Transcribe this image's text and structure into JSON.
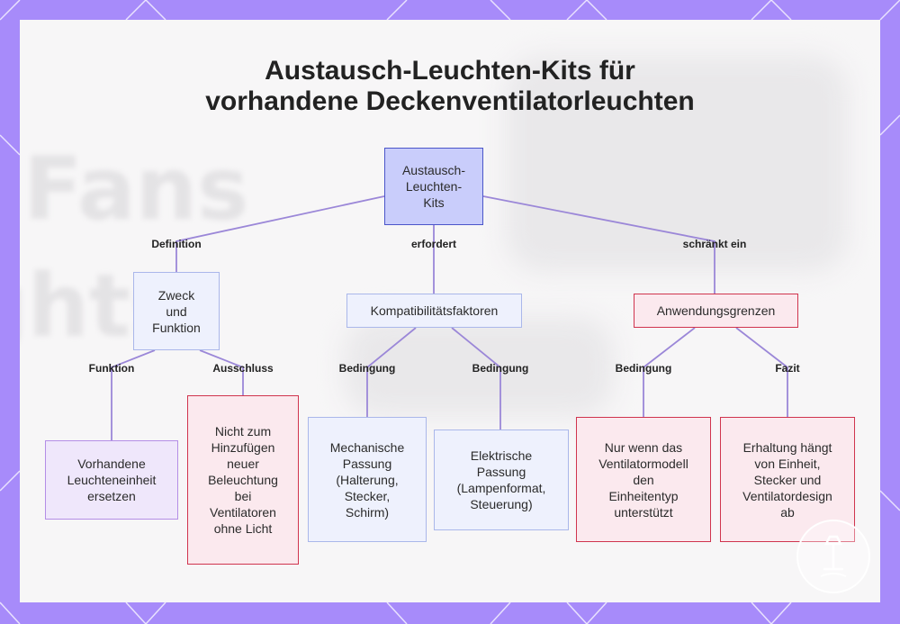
{
  "title": {
    "line1": "Austausch-Leuchten-Kits für",
    "line2": "vorhandene Deckenventilatorleuchten"
  },
  "background": {
    "word1": "Fans",
    "word2": "ghts"
  },
  "nodes": {
    "root": "Austausch-\nLeuchten-\nKits",
    "purpose": "Zweck\nund\nFunktion",
    "compat": "Kompatibilitätsfaktoren",
    "limits": "Anwendungsgrenzen",
    "replace": "Vorhandene\nLeuchteneinheit\nersetzen",
    "not_add": "Nicht zum\nHinzufügen\nneuer\nBeleuchtung\nbei\nVentilatoren\nohne Licht",
    "mechanical": "Mechanische\nPassung\n(Halterung,\nStecker,\nSchirm)",
    "electrical": "Elektrische\nPassung\n(Lampenformat,\nSteuerung)",
    "only_if": "Nur wenn das\nVentilatormodell\nden\nEinheitentyp\nunterstützt",
    "conclusion": "Erhaltung hängt\nvon Einheit,\nStecker und\nVentilatordesign\nab"
  },
  "edge_labels": {
    "definition": "Definition",
    "requires": "erfordert",
    "limits": "schränkt ein",
    "function": "Funktion",
    "exclusion": "Ausschluss",
    "condition_mech": "Bedingung",
    "condition_elec": "Bedingung",
    "condition_only": "Bedingung",
    "conclusion": "Fazit"
  },
  "colors": {
    "frame": "#a78bfa",
    "edge": "#9b87d8",
    "root_fill": "#c9cdfb",
    "root_border": "#4b55c9",
    "red_border": "#d0344e",
    "blue_border": "#aab7ea",
    "purple_border": "#b48ee6"
  },
  "icons": {
    "corner_logo": "lamp-icon"
  }
}
